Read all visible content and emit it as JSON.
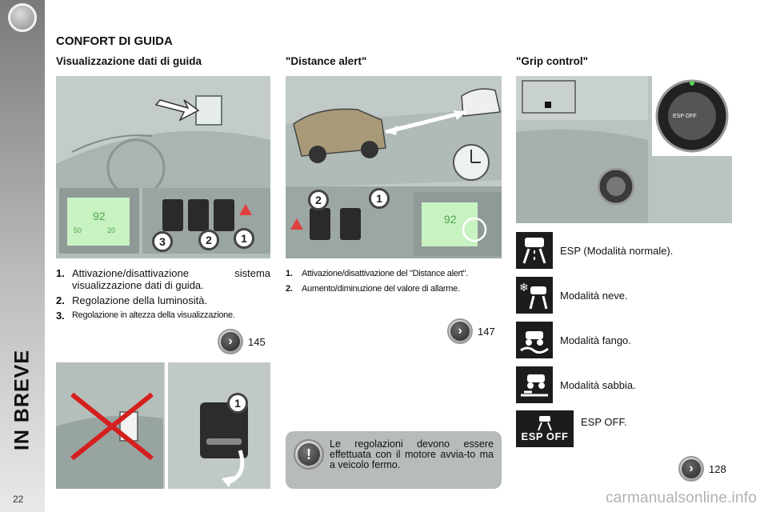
{
  "page": {
    "number": "22",
    "section_tab": "IN BREVE",
    "watermark": "carmanualsonline.info"
  },
  "main_title": "CONFORT DI GUIDA",
  "columns": {
    "hud": {
      "title": "Visualizzazione dati di guida",
      "items": [
        {
          "num": "1.",
          "text": "Attivazione/disattivazione sistema visualizzazione dati di guida."
        },
        {
          "num": "2.",
          "text": "Regolazione della luminosità."
        },
        {
          "num": "3.",
          "text": "Regolazione in altezza della visualizzazione."
        }
      ],
      "ref": "145",
      "photo_labels": [
        "3",
        "2",
        "1"
      ],
      "photo2_label": "1"
    },
    "distance": {
      "title": "\"Distance alert\"",
      "items": [
        {
          "num": "1.",
          "text": "Attivazione/disattivazione del \"Distance alert\"."
        },
        {
          "num": "2.",
          "text": "Aumento/diminuzione del valore di allarme."
        }
      ],
      "ref": "147",
      "photo_labels": [
        "2",
        "1"
      ],
      "note": "Le regolazioni devono essere effettuata con il motore avvia-to ma a veicolo fermo."
    },
    "grip": {
      "title": "\"Grip control\"",
      "modes": [
        {
          "icon": "esp-normal-icon",
          "label": "ESP (Modalità normale)."
        },
        {
          "icon": "snow-mode-icon",
          "label": "Modalità neve."
        },
        {
          "icon": "mud-mode-icon",
          "label": "Modalità fango."
        },
        {
          "icon": "sand-mode-icon",
          "label": "Modalità sabbia."
        },
        {
          "icon": "esp-off-icon",
          "label": "ESP OFF.",
          "badge": "ESP OFF"
        }
      ],
      "ref": "128",
      "dial_label": "ESP OFF"
    }
  },
  "colors": {
    "photo_bg": "#b9c3c0",
    "hud_green": "#8fe08a",
    "note_bg": "#b7bcbb",
    "icon_bg": "#1c1c1c"
  }
}
